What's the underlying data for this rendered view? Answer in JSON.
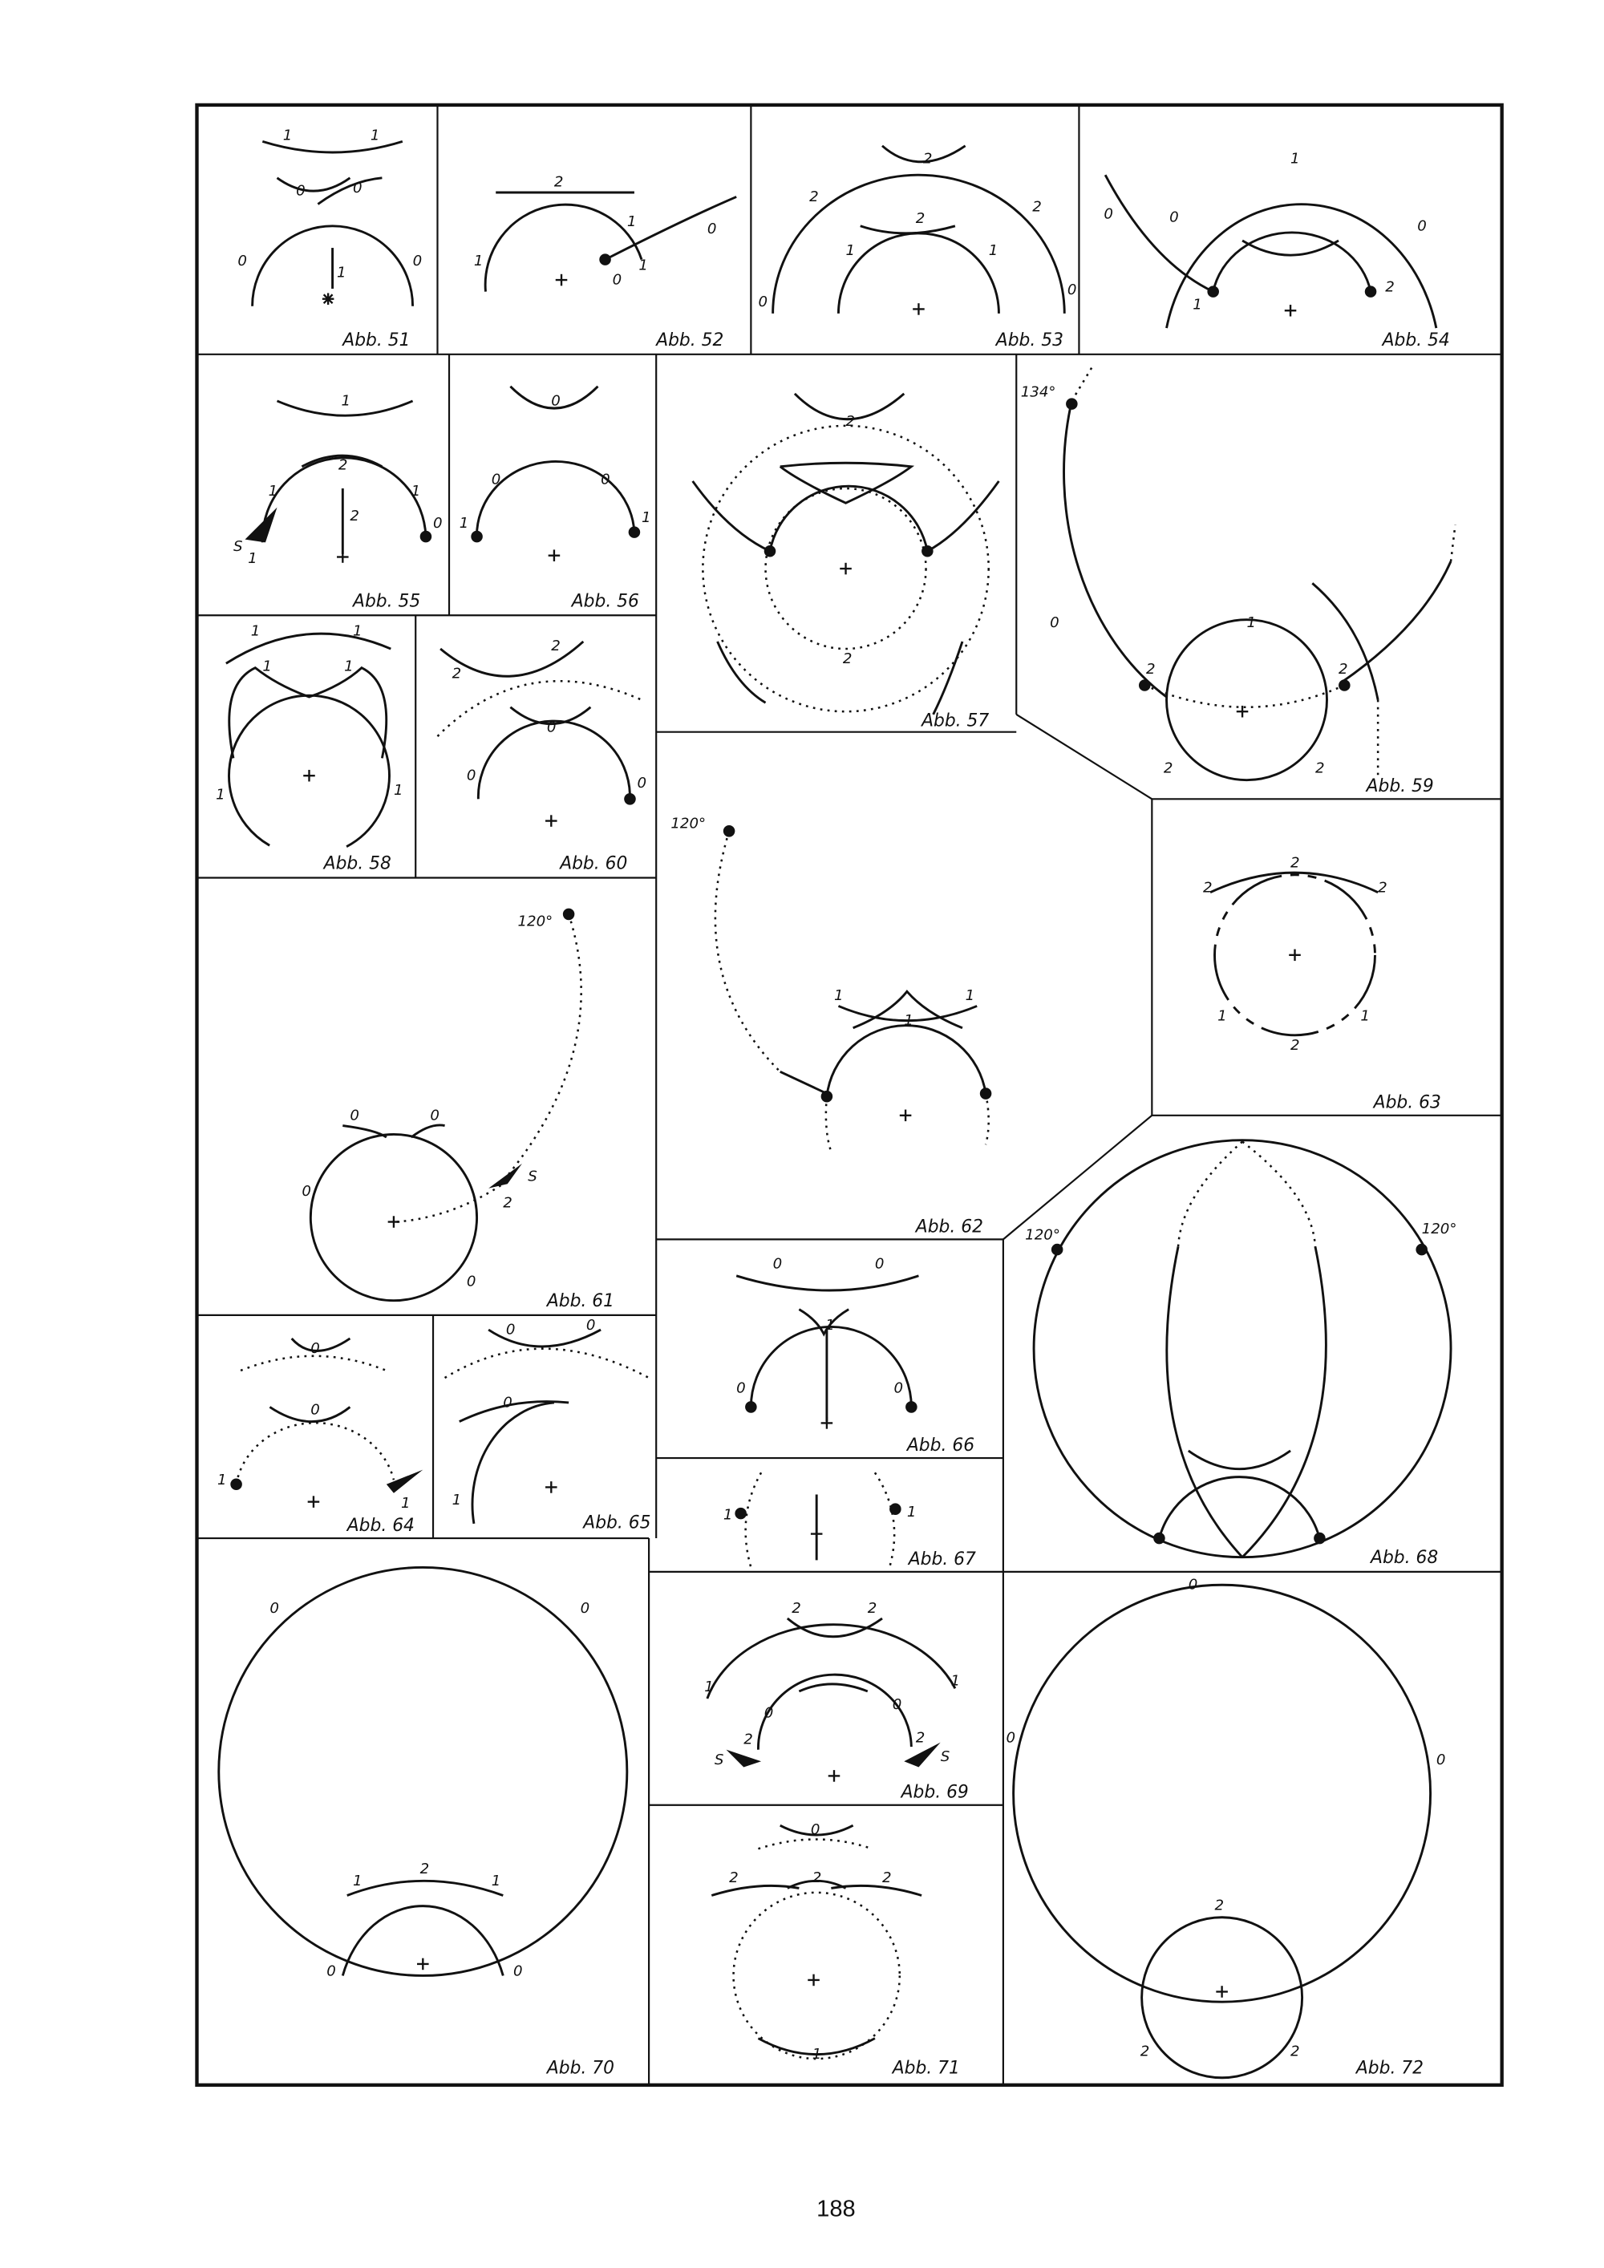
{
  "page_number": "188",
  "captions": {
    "a51": "Abb. 51",
    "a52": "Abb. 52",
    "a53": "Abb. 53",
    "a54": "Abb. 54",
    "a55": "Abb. 55",
    "a56": "Abb. 56",
    "a57": "Abb. 57",
    "a58": "Abb. 58",
    "a59": "Abb. 59",
    "a60": "Abb. 60",
    "a61": "Abb. 61",
    "a62": "Abb. 62",
    "a63": "Abb. 63",
    "a64": "Abb. 64",
    "a65": "Abb. 65",
    "a66": "Abb. 66",
    "a67": "Abb. 67",
    "a68": "Abb. 68",
    "a69": "Abb. 69",
    "a70": "Abb. 70",
    "a71": "Abb. 71",
    "a72": "Abb. 72"
  },
  "angles": {
    "a59": "134°",
    "a61": "120°",
    "a62": "120°",
    "a68_left": "120°",
    "a68_right": "120°"
  },
  "labels": {
    "zero": "0",
    "one": "1",
    "two": "2",
    "s": "S"
  }
}
